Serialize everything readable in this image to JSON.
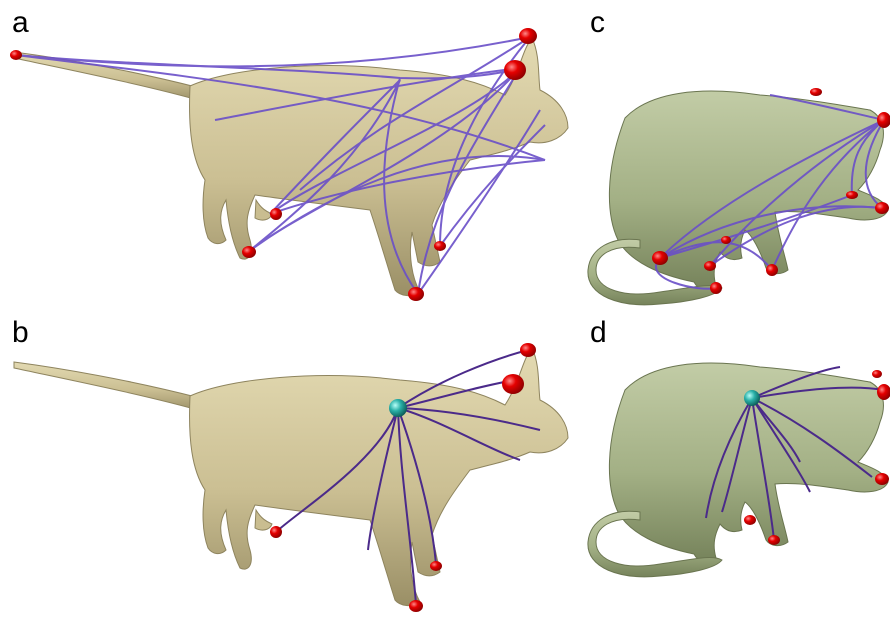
{
  "panels": [
    {
      "id": "a",
      "label": "a",
      "pose": "standing",
      "paths": "all-pairs"
    },
    {
      "id": "b",
      "label": "b",
      "pose": "standing",
      "paths": "centroid"
    },
    {
      "id": "c",
      "label": "c",
      "pose": "crouching",
      "paths": "all-pairs"
    },
    {
      "id": "d",
      "label": "d",
      "pose": "crouching",
      "paths": "centroid"
    }
  ],
  "colors": {
    "cat_standing": "#cfc49a",
    "cat_standing_shade": "#a89d72",
    "cat_crouching": "#a9b58c",
    "cat_crouching_shade": "#7f8c64",
    "path_all_pairs": "#6a4fc8",
    "path_centroid": "#4b2a8a",
    "endpoint": "#e00000",
    "centroid": "#2ab0a8"
  }
}
